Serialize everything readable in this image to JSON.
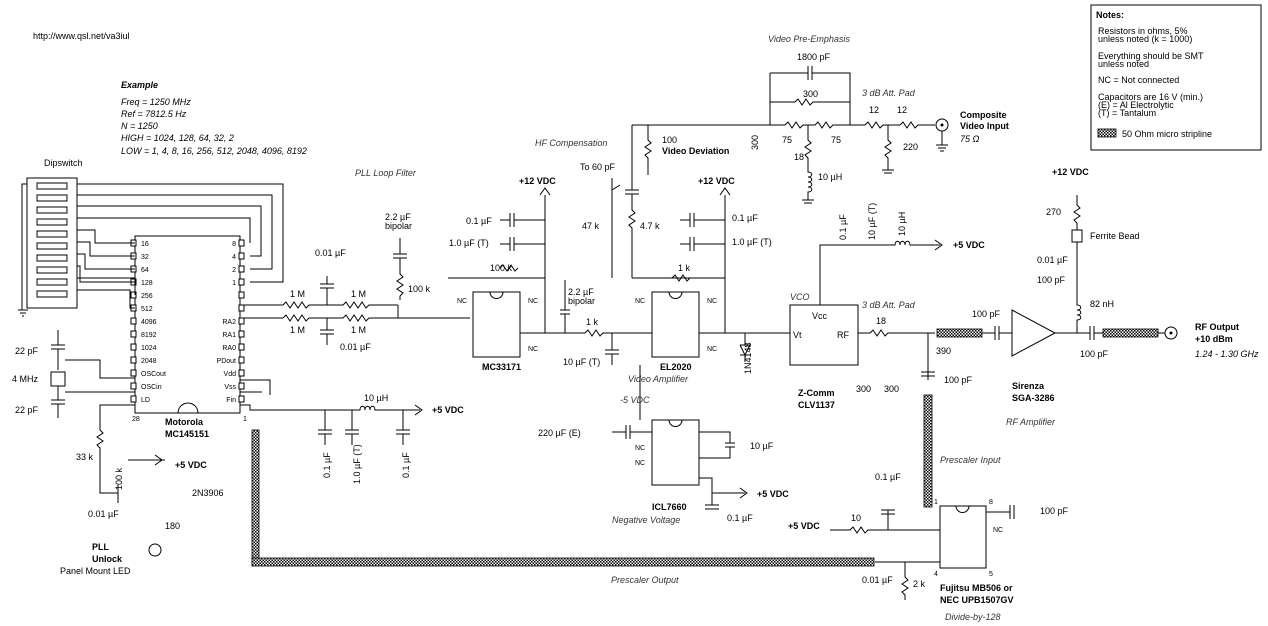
{
  "url": "http://www.qsl.net/va3iul",
  "notes": {
    "title": "Notes:",
    "lines": [
      "Resistors in ohms, 5%",
      "unless noted (k = 1000)",
      "Everything should be SMT",
      "unless noted",
      "NC = Not connected",
      "Capacitors are 16 V (min.)",
      "(E) = Al Electrolytic",
      "(T) = Tantalum",
      "50 Ohm micro stripline"
    ]
  },
  "example": {
    "title": "Example",
    "lines": [
      "Freq = 1250 MHz",
      "Ref = 7812.5 Hz",
      "N = 1250",
      "HIGH = 1024, 128, 64, 32, 2",
      "LOW = 1, 4, 8, 16, 256, 512, 2048, 4096, 8192"
    ]
  },
  "sections": {
    "video_pre_emphasis": "Video Pre-Emphasis",
    "hf_compensation": "HF Compensation",
    "pll_loop_filter": "PLL Loop Filter",
    "att_pad_top": "3 dB Att. Pad",
    "att_pad_bottom": "3 dB Att. Pad",
    "vco": "VCO",
    "video_amplifier": "Video Amplifier",
    "negative_voltage": "Negative Voltage",
    "rf_amplifier": "RF Amplifier",
    "prescaler_input": "Prescaler Input",
    "prescaler_output": "Prescaler Output",
    "divide_by": "Divide-by-128",
    "neg5": "-5 VDC"
  },
  "chips": {
    "mc145151": {
      "name1": "Motorola",
      "name2": "MC145151",
      "left_pins": [
        "16",
        "32",
        "64",
        "128",
        "256",
        "512",
        "4096",
        "8192",
        "1024",
        "2048",
        "OSCout",
        "OSCin",
        "LD"
      ],
      "right_pins": [
        "8",
        "4",
        "2",
        "1",
        "",
        "",
        "RA2",
        "RA1",
        "RA0",
        "PDout",
        "Vdd",
        "Vss",
        "Fin"
      ],
      "pin_left_num": "28",
      "pin_right_num": "1"
    },
    "mc33171": "MC33171",
    "el2020": "EL2020",
    "icl7660": "ICL7660",
    "vco_name1": "Z-Comm",
    "vco_name2": "CLV1137",
    "vco_vcc": "Vcc",
    "vco_vt": "Vt",
    "vco_rf": "RF",
    "sga1": "Sirenza",
    "sga2": "SGA-3286",
    "mb1": "Fujitsu MB506 or",
    "mb2": "NEC UPB1507GV",
    "nc": "NC",
    "q1": "2N3906",
    "d1": "1N4148"
  },
  "labels": {
    "dipswitch": "Dipswitch",
    "plus12a": "+12 VDC",
    "plus12b": "+12 VDC",
    "plus12c": "+12 VDC",
    "plus5a": "+5 VDC",
    "plus5b": "+5 VDC",
    "plus5c": "+5 VDC",
    "plus5d": "+5 VDC",
    "plus5e": "+5 VDC",
    "composite1": "Composite",
    "composite2": "Video Input",
    "composite3": "75 Ω",
    "video_dev": "Video Deviation",
    "to60": "To 60 pF",
    "rf_out1": "RF Output",
    "rf_out2": "+10 dBm",
    "rf_out3": "1.24 - 1.30 GHz",
    "ferrite": "Ferrite Bead",
    "pll1": "PLL",
    "pll2": "Unlock",
    "pll3": "Panel Mount LED",
    "mhz4": "4 MHz"
  },
  "values": {
    "c1800": "1800 pF",
    "r300a": "300",
    "r300b": "300",
    "r75a": "75",
    "r75b": "75",
    "r18a": "18",
    "l10a": "10 µH",
    "r12a": "12",
    "r12b": "12",
    "r220": "220",
    "r100pot": "100",
    "c22u": "2.2 µF",
    "bipolar1": "bipolar",
    "r100k_a": "100 k",
    "c001a": "0.01 µF",
    "r1m_a": "1 M",
    "r1m_b": "1 M",
    "r1m_c": "1 M",
    "r1m_d": "1 M",
    "c001b": "0.01 µF",
    "c01a": "0.1 µF",
    "c1ua": "1.0 µF (T)",
    "r100k_b": "100 k",
    "c22u_b": "2.2 µF",
    "bipolar2": "bipolar",
    "r1k_a": "1 k",
    "c10ua": "10 µF (T)",
    "r47k": "47 k",
    "r4k7": "4.7 k",
    "c01b": "0.1 µF",
    "c1ub": "1.0 µF (T)",
    "r1k_b": "1 k",
    "c01c": "0.1 µF",
    "c10ub": "10 µF (T)",
    "l10b": "10 µH",
    "r18b": "18",
    "r300c": "300",
    "r300d": "300",
    "r390": "390",
    "c100a": "100 pF",
    "c100b": "100 pF",
    "c100c": "100 pF",
    "r270": "270",
    "c001c": "0.01 µF",
    "c100d": "100 pF",
    "l82": "82 nH",
    "c100e": "100 pF",
    "c22p_a": "22 pF",
    "c22p_b": "22 pF",
    "r33k": "33 k",
    "r100k_c": "100 k",
    "c001d": "0.01 µF",
    "r180": "180",
    "l10c": "10 µH",
    "c01d": "0.1 µF",
    "c1uc": "1.0 µF (T)",
    "c01e": "0.1 µF",
    "c220u": "220 µF (E)",
    "c10uc": "10 µF",
    "c01f": "0.1 µF",
    "r10": "10",
    "c01g": "0.1 µF",
    "c001e": "0.01 µF",
    "r2k": "2 k",
    "pin1": "1",
    "pin8": "8",
    "pin4": "4",
    "pin5": "5"
  }
}
